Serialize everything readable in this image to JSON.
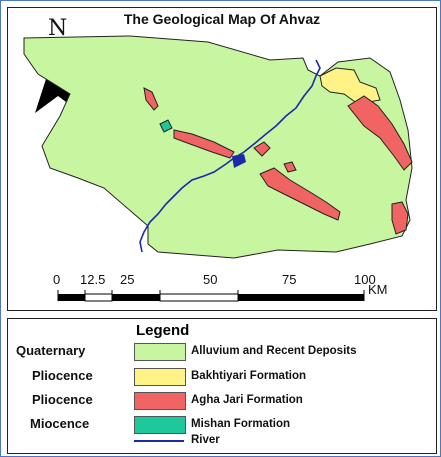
{
  "map": {
    "title": "The Geological Map Of Ahvaz",
    "north_label": "N",
    "scale": {
      "ticks": [
        "0",
        "12.5",
        "25",
        "50",
        "75",
        "100"
      ],
      "unit": "KM"
    }
  },
  "legend": {
    "title": "Legend",
    "items": [
      {
        "period": "Quaternary",
        "label": "Alluvium and Recent Deposits",
        "color": "#c8f5a0"
      },
      {
        "period": "Pliocence",
        "label": "Bakhtiyari Formation",
        "color": "#fff287"
      },
      {
        "period": "Pliocence",
        "label": "Agha Jari Formation",
        "color": "#f06464"
      },
      {
        "period": "Miocence",
        "label": "Mishan Formation",
        "color": "#1fc89a"
      }
    ],
    "river_label": "River",
    "river_color": "#1a2aa8"
  }
}
